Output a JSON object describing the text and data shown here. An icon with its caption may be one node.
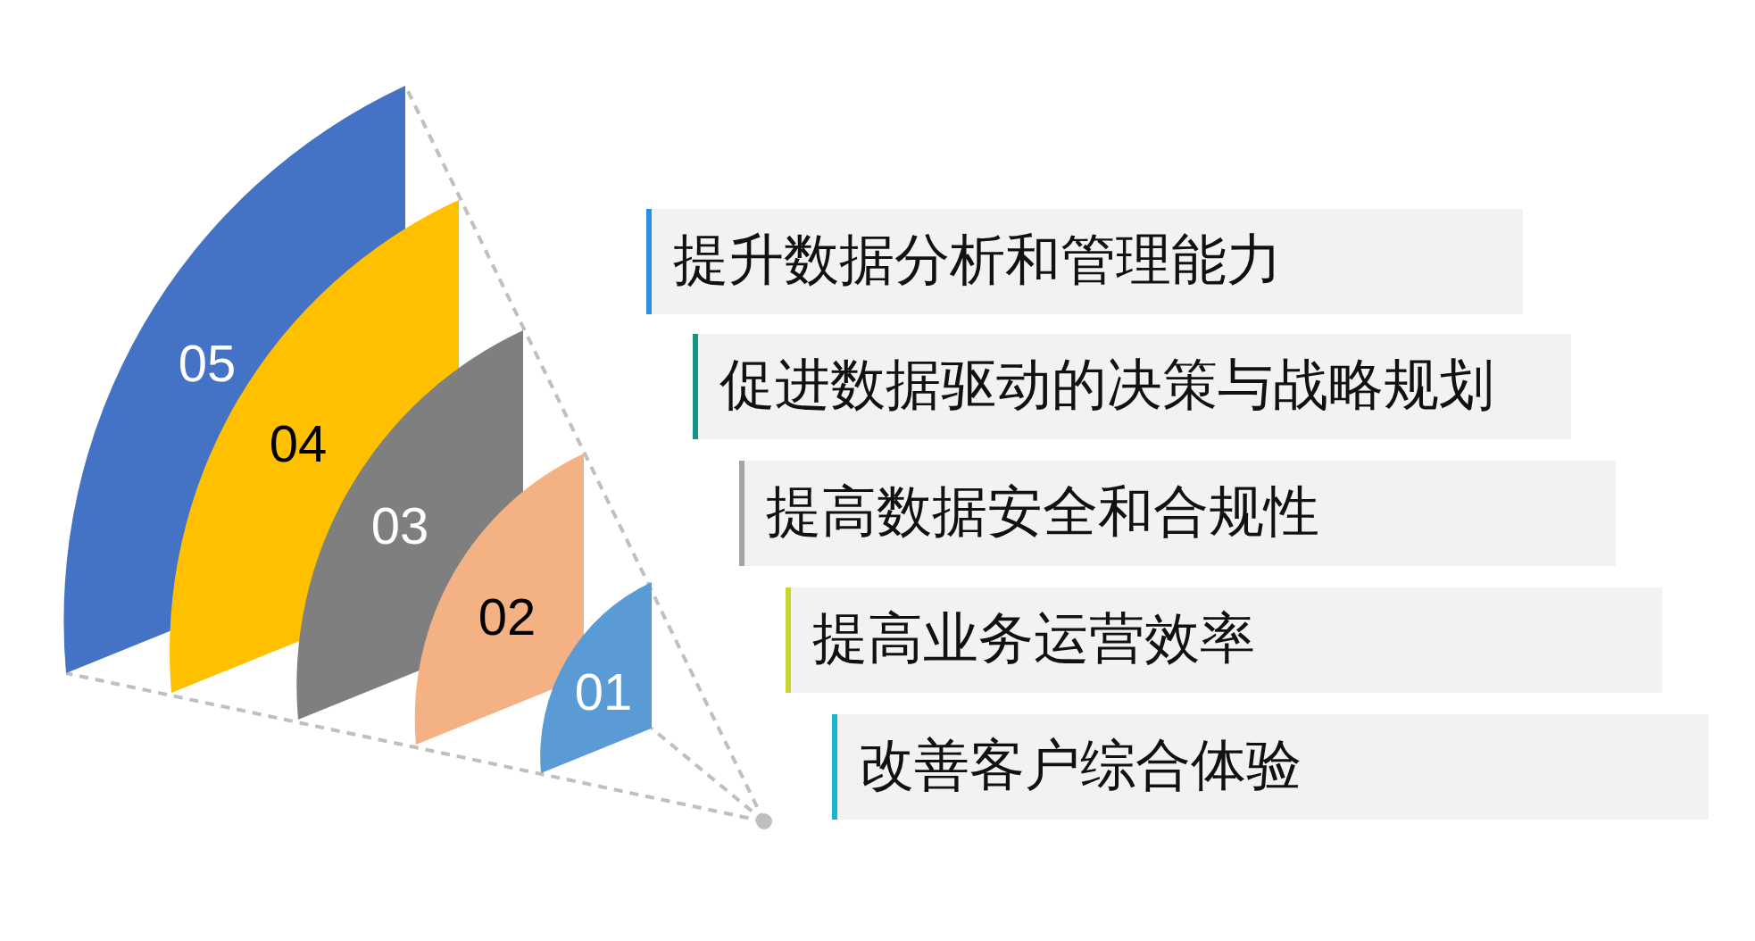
{
  "diagram": {
    "nodes": [
      {
        "text": [
          "05"
        ]
      },
      {
        "text": [
          "04"
        ]
      },
      {
        "text": [
          "03"
        ]
      },
      {
        "text": [
          "02"
        ]
      },
      {
        "text": [
          "01"
        ]
      },
      {
        "text": [
          "提升数据分析和管理能力"
        ]
      },
      {
        "text": [
          "促进数据驱动的决策与战略规划"
        ]
      },
      {
        "text": [
          "提高数据安全和合规性"
        ]
      },
      {
        "text": [
          "提高业务运营效率"
        ]
      },
      {
        "text": [
          "改善客户综合体验"
        ]
      }
    ]
  }
}
